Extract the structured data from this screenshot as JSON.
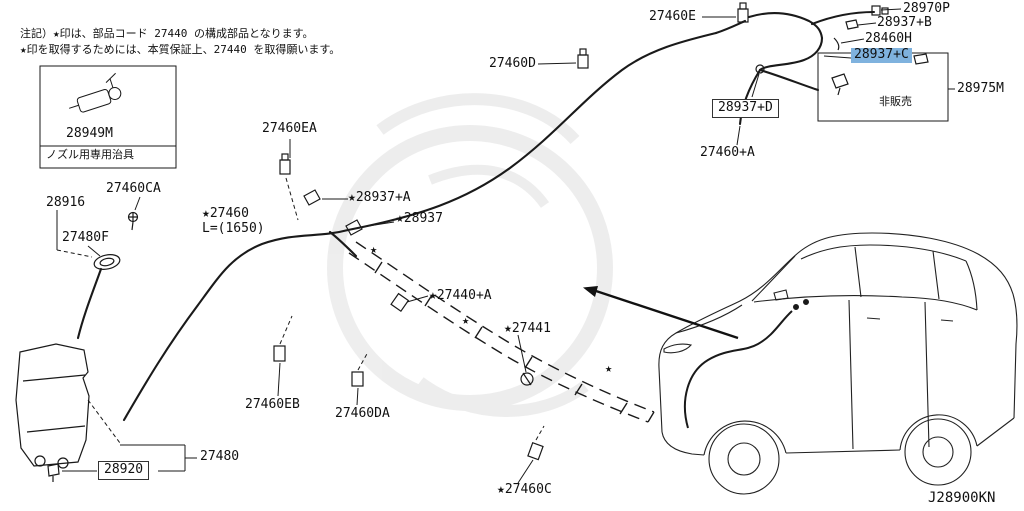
{
  "meta": {
    "note_line1": "注記）★印は、部品コード 27440 の構成部品となります。",
    "note_line2": "★印を取得するためには、本質保証上、27440 を取得願います。",
    "diagram_code": "J28900KN",
    "star": "★"
  },
  "colors": {
    "highlight": "#7fb2de",
    "line": "#1a1a1a"
  },
  "labels": {
    "p28949M": "28949M",
    "nozzleTool": "ノズル用専用治具",
    "p27460CA": "27460CA",
    "p28916": "28916",
    "p27480F": "27480F",
    "p27460EA": "27460EA",
    "p27460": "★27460",
    "p27460len": "L=(1650)",
    "p28937A": "★28937+A",
    "p28937": "★28937",
    "p27460E": "27460E",
    "p27460D": "27460D",
    "p28970P": "28970P",
    "p28937B": "28937+B",
    "p28460H": "28460H",
    "p28937C": "28937+C",
    "p28975M": "28975M",
    "notSold": "非販売",
    "p28937D": "28937+D",
    "p27460A": "27460+A",
    "p27440A": "★27440+A",
    "p27441": "★27441",
    "p27460EB": "27460EB",
    "p27460DA": "27460DA",
    "p28920": "28920",
    "p27480": "27480",
    "p27460C": "★27460C"
  }
}
